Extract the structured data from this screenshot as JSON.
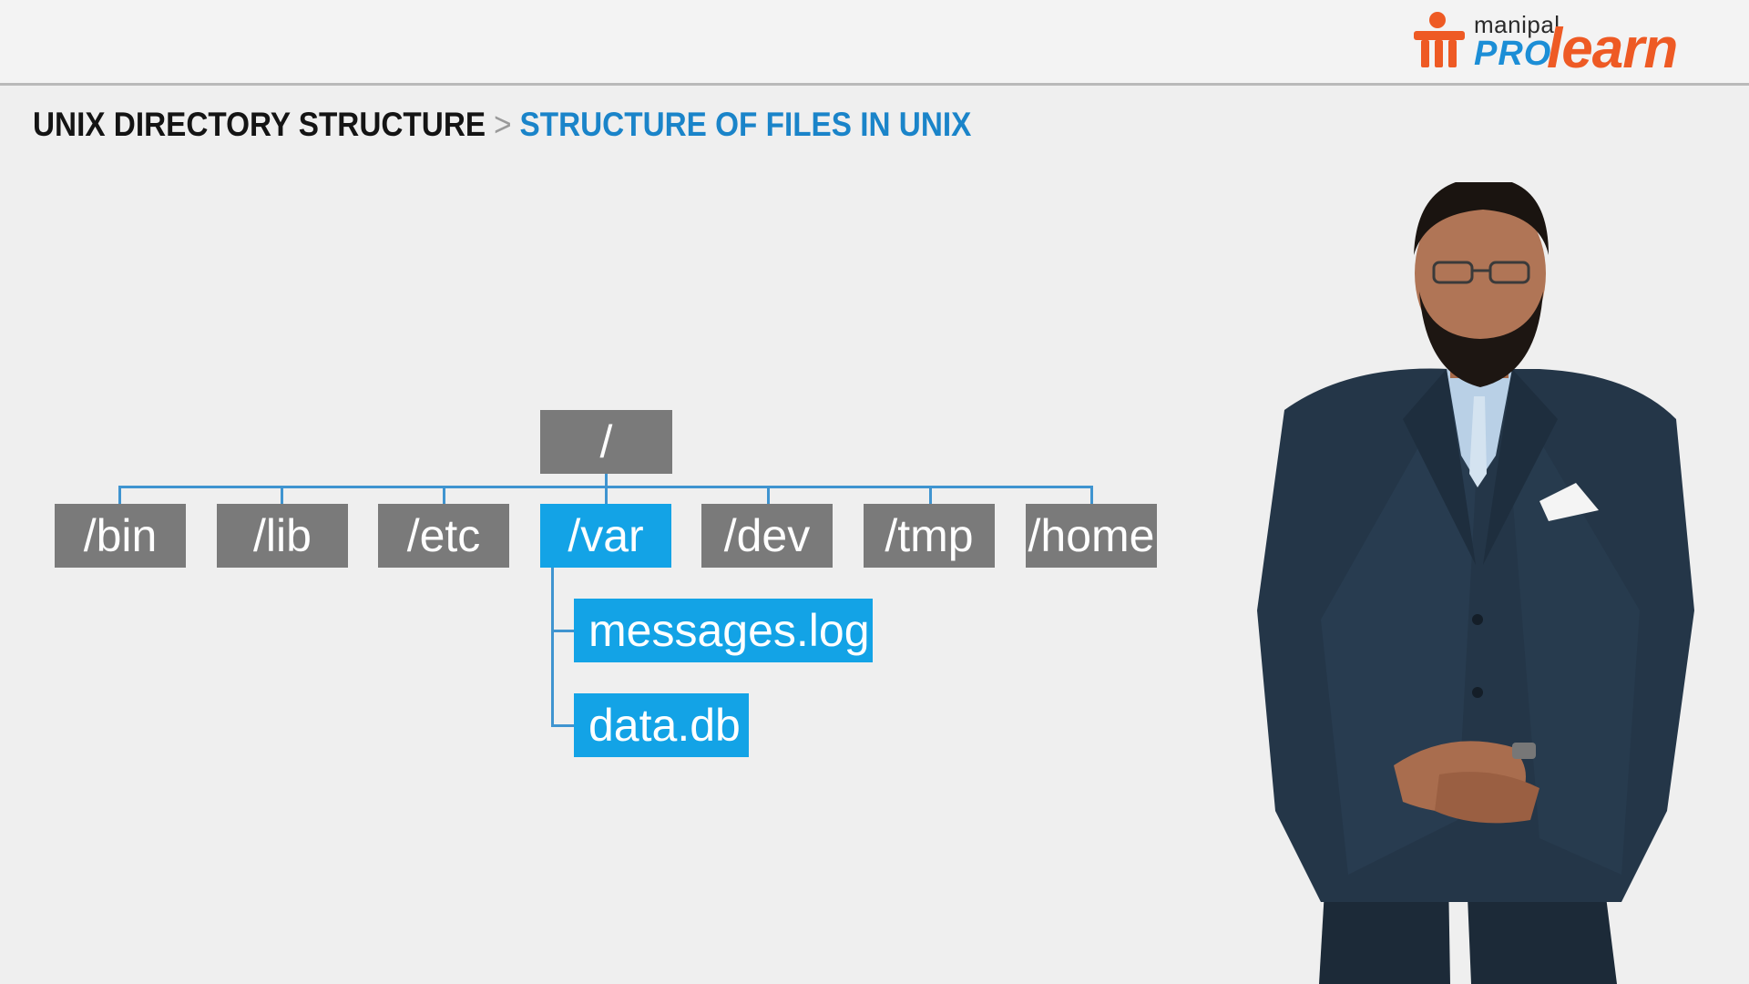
{
  "header": {
    "logo": {
      "top_word": "manipal",
      "pro": "PRO",
      "learn": "learn",
      "accent_color": "#ee5a24",
      "pro_color": "#1c8ed6"
    }
  },
  "breadcrumb": {
    "parent": "UNIX DIRECTORY STRUCTURE",
    "separator": ">",
    "current": "STRUCTURE OF FILES IN UNIX",
    "current_color": "#1a84c9"
  },
  "diagram": {
    "root": {
      "label": "/"
    },
    "directories": [
      {
        "label": "/bin",
        "highlight": false
      },
      {
        "label": "/lib",
        "highlight": false
      },
      {
        "label": "/etc",
        "highlight": false
      },
      {
        "label": "/var",
        "highlight": true
      },
      {
        "label": "/dev",
        "highlight": false
      },
      {
        "label": "/tmp",
        "highlight": false
      },
      {
        "label": "/home",
        "highlight": false
      }
    ],
    "files_in_var": [
      {
        "label": "messages.log"
      },
      {
        "label": "data.db"
      }
    ],
    "colors": {
      "node_gray": "#7a7a7a",
      "node_highlight": "#13a3e6",
      "connector": "#3f94d0"
    }
  },
  "presenter": {
    "icon": "presenter-video-figure"
  }
}
